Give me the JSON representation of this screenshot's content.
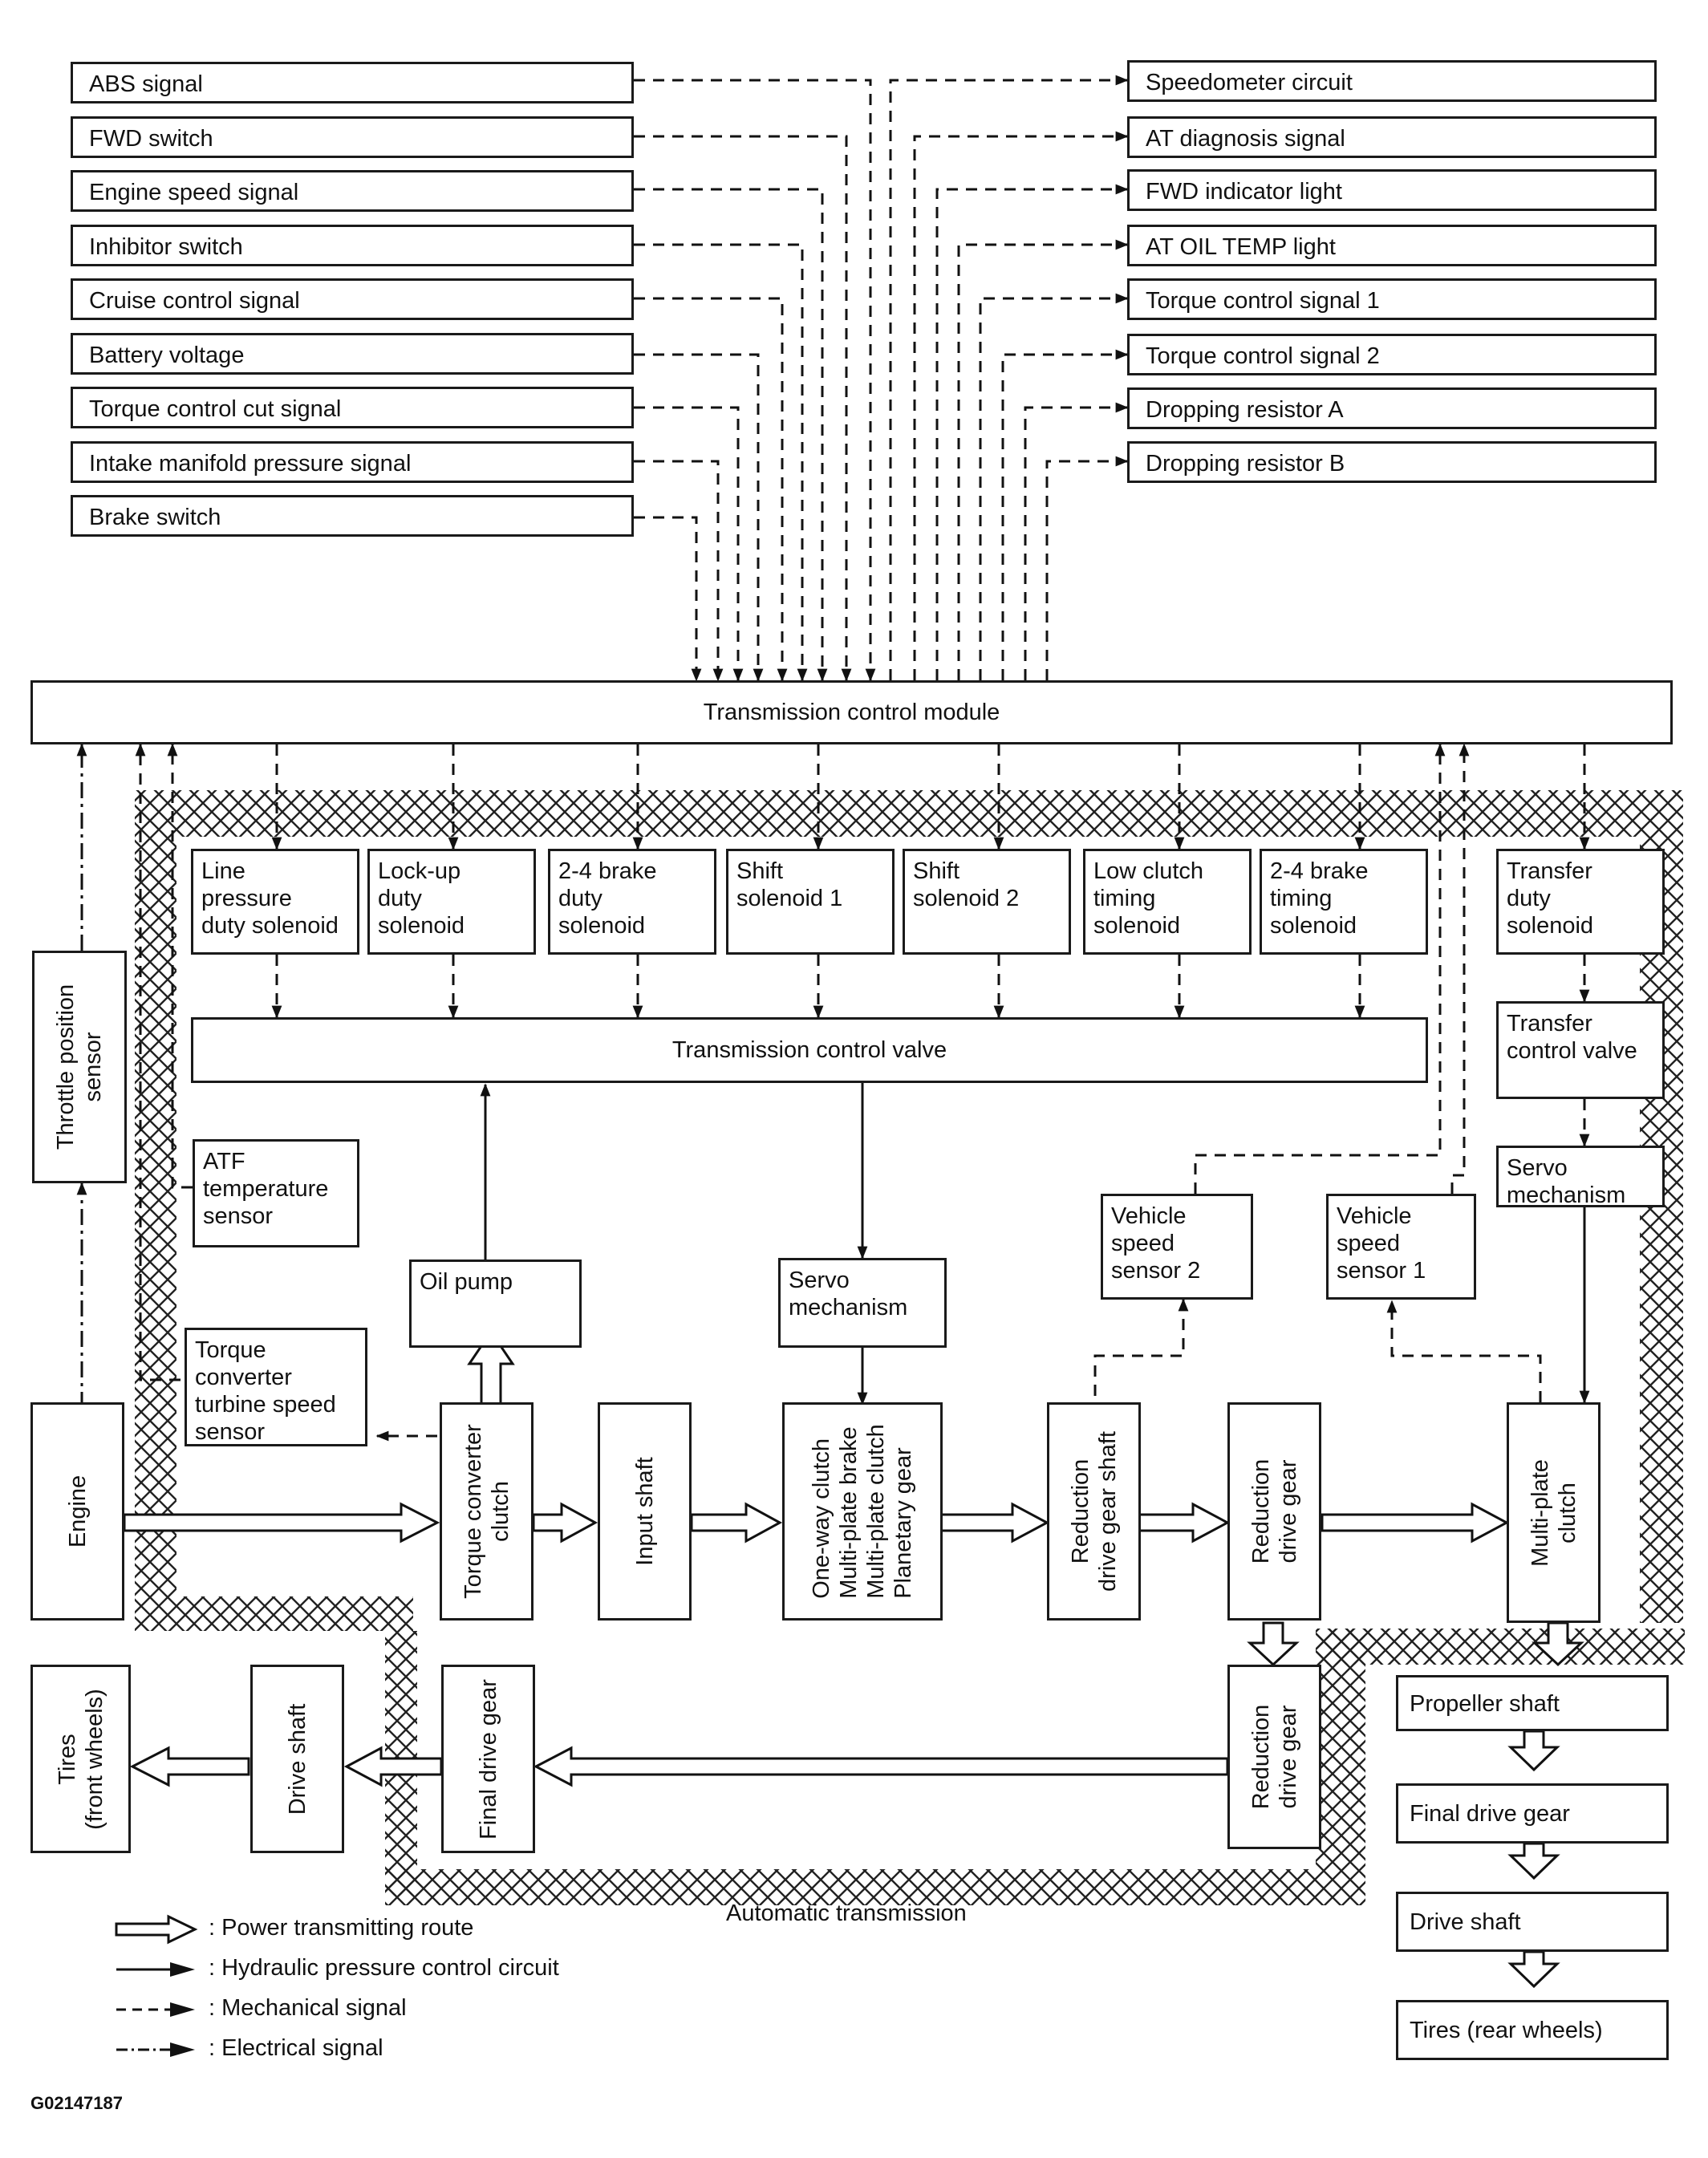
{
  "inputs": [
    "ABS signal",
    "FWD switch",
    "Engine speed signal",
    "Inhibitor switch",
    "Cruise control signal",
    "Battery voltage",
    "Torque control cut signal",
    "Intake manifold pressure signal",
    "Brake switch"
  ],
  "outputs": [
    "Speedometer circuit",
    "AT diagnosis signal",
    "FWD indicator light",
    "AT OIL TEMP light",
    "Torque control signal 1",
    "Torque control signal 2",
    "Dropping resistor A",
    "Dropping resistor B"
  ],
  "tcm": "Transmission control module",
  "solenoids": [
    "Line\npressure\nduty solenoid",
    "Lock-up\nduty\nsolenoid",
    "2-4 brake\nduty\nsolenoid",
    "Shift\nsolenoid 1",
    "Shift\nsolenoid 2",
    "Low clutch\ntiming\nsolenoid",
    "2-4 brake\ntiming\nsolenoid"
  ],
  "transfer_duty_solenoid": "Transfer\nduty\nsolenoid",
  "transmission_control_valve": "Transmission control valve",
  "transfer_control_valve": "Transfer\ncontrol valve",
  "servo_right": "Servo\nmechanism",
  "servo_center": "Servo\nmechanism",
  "throttle_position_sensor": "Throttle position\nsensor",
  "atf_temperature_sensor": "ATF\ntemperature\nsensor",
  "oil_pump": "Oil pump",
  "vehicle_speed_sensor_2": "Vehicle\nspeed\nsensor 2",
  "vehicle_speed_sensor_1": "Vehicle\nspeed\nsensor 1",
  "torque_converter_turbine_speed_sensor": "Torque\nconverter\nturbine speed\nsensor",
  "engine": "Engine",
  "torque_converter_clutch": "Torque converter\nclutch",
  "input_shaft": "Input shaft",
  "gearset": "One-way clutch\nMulti-plate brake\nMulti-plate clutch\nPlanetary gear",
  "reduction_drive_gear_shaft": "Reduction\ndrive gear shaft",
  "reduction_drive_gear_upper": "Reduction\ndrive gear",
  "multi_plate_clutch": "Multi-plate\nclutch",
  "reduction_drive_gear_lower": "Reduction\ndrive gear",
  "final_drive_gear_front": "Final drive gear",
  "drive_shaft_front": "Drive shaft",
  "tires_front": "Tires\n(front wheels)",
  "rear_chain": [
    "Propeller shaft",
    "Final drive gear",
    "Drive shaft",
    "Tires (rear wheels)"
  ],
  "automatic_transmission_label": "Automatic transmission",
  "legend": [
    ": Power transmitting route",
    ": Hydraulic pressure control circuit",
    ": Mechanical signal",
    ": Electrical signal"
  ],
  "figure_id": "G02147187"
}
